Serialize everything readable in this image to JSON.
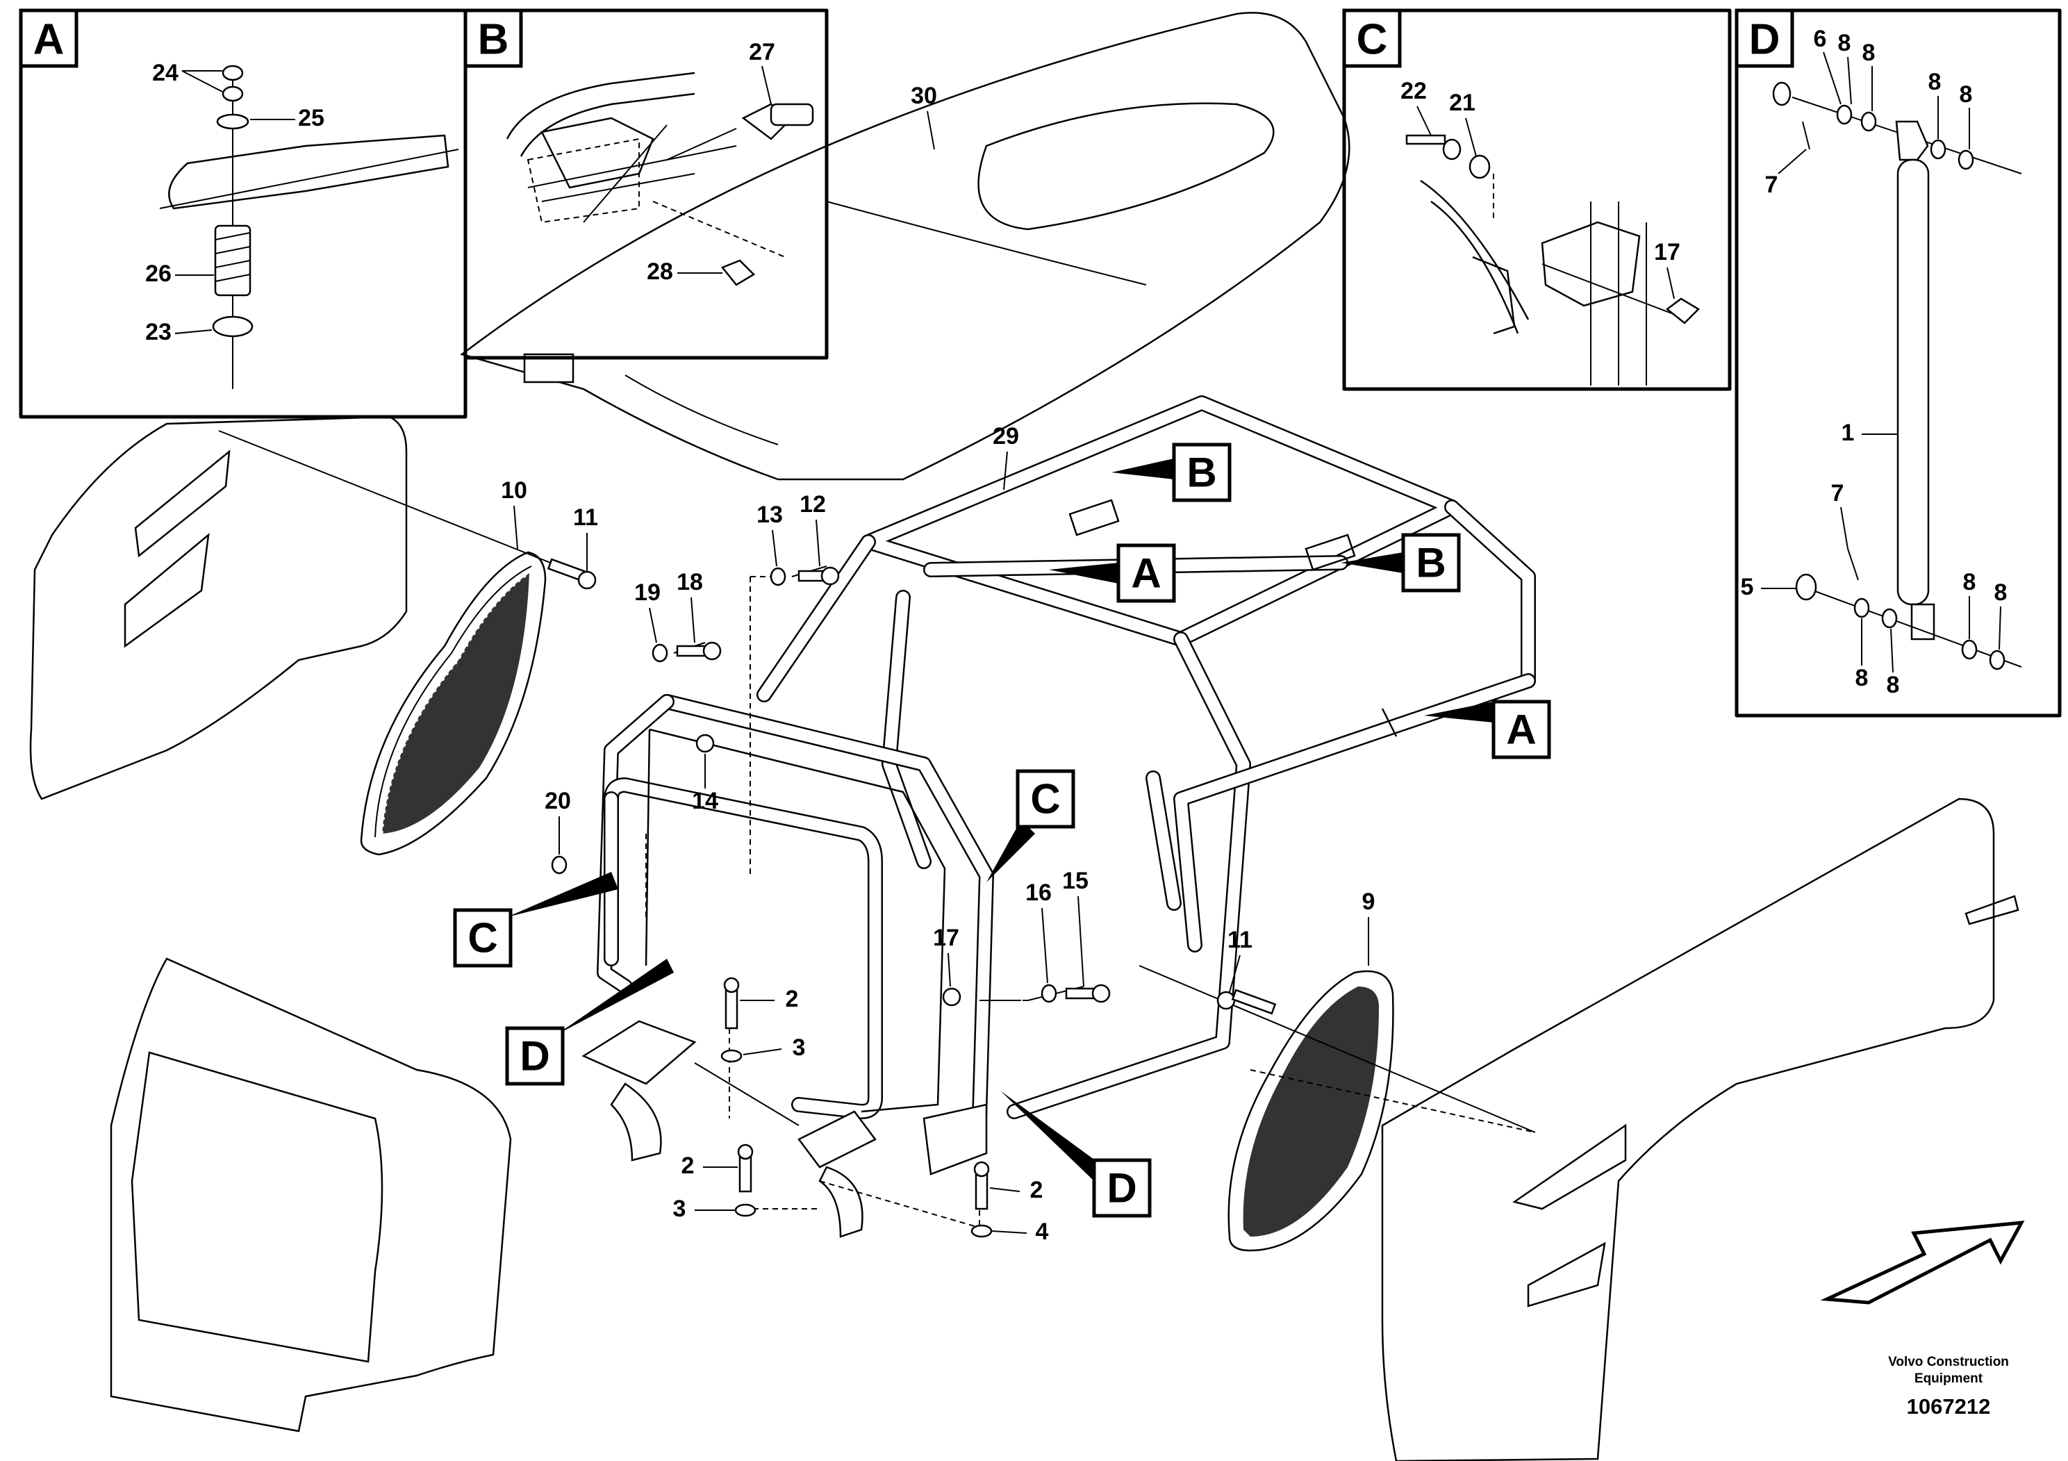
{
  "insets": [
    {
      "letter": "A",
      "labels": [
        "24",
        "25",
        "26",
        "23"
      ]
    },
    {
      "letter": "B",
      "labels": [
        "27",
        "28"
      ]
    },
    {
      "letter": "C",
      "labels": [
        "22",
        "21",
        "17"
      ]
    },
    {
      "letter": "D",
      "labels": [
        "6",
        "8",
        "8",
        "8",
        "8",
        "7",
        "1",
        "7",
        "5",
        "8",
        "8",
        "8",
        "8"
      ]
    }
  ],
  "callouts": [
    "B",
    "A",
    "B",
    "A",
    "C",
    "C",
    "D",
    "D"
  ],
  "main_labels": [
    "30",
    "29",
    "10",
    "11",
    "13",
    "12",
    "19",
    "18",
    "20",
    "14",
    "16",
    "15",
    "17",
    "2",
    "3",
    "2",
    "3",
    "2",
    "4",
    "9",
    "11"
  ],
  "footer": {
    "company_line1": "Volvo Construction",
    "company_line2": "Equipment",
    "drawing_number": "1067212"
  }
}
